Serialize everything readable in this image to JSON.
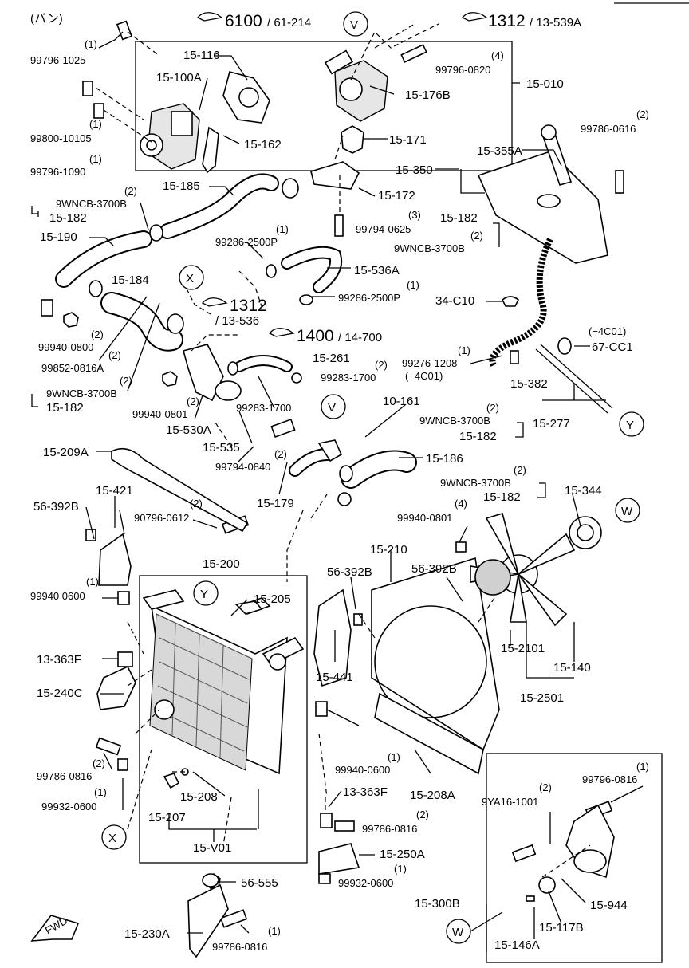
{
  "header": {
    "title": "(バン)"
  },
  "refs": [
    {
      "id": "ref-6100",
      "main": "6100",
      "sub": "/ 61-214"
    },
    {
      "id": "ref-1312-top",
      "main": "1312",
      "sub": "/ 13-539A"
    },
    {
      "id": "ref-1312-mid",
      "main": "1312",
      "sub": "/ 13-536"
    },
    {
      "id": "ref-1400",
      "main": "1400",
      "sub": "/ 14-700"
    }
  ],
  "circles": [
    "V",
    "X",
    "V",
    "Y",
    "W",
    "Y",
    "X",
    "W"
  ],
  "labels": [
    "(1)",
    "99796-1025",
    "15-116",
    "15-100A",
    "(4)",
    "99796-0820",
    "15-176B",
    "15-010",
    "99800-10105",
    "(1)",
    "(1)",
    "99796-1090",
    "15-162",
    "15-171",
    "15-355A",
    "(2)",
    "99786-0616",
    "15-350",
    "15-185",
    "15-172",
    "(2)",
    "9WNCB-3700B",
    "15-182",
    "(3)",
    "99794-0625",
    "15-182",
    "15-190",
    "(1)",
    "99286-2500P",
    "(2)",
    "9WNCB-3700B",
    "15-536A",
    "15-184",
    "(1)",
    "99286-2500P",
    "34-C10",
    "99940-0800",
    "(2)",
    "(2)",
    "99852-0816A",
    "(−4C01)",
    "67-CC1",
    "(1)",
    "99276-1208",
    "(−4C01)",
    "15-261",
    "(2)",
    "99283-1700",
    "15-382",
    "(2)",
    "9WNCB-3700B",
    "15-182",
    "99940-0801",
    "(2)",
    "99283-1700",
    "15-530A",
    "10-161",
    "(2)",
    "9WNCB-3700B",
    "15-277",
    "15-182",
    "15-535",
    "(2)",
    "99794-0840",
    "15-209A",
    "15-186",
    "(2)",
    "9WNCB-3700B",
    "15-182",
    "15-179",
    "15-421",
    "15-344",
    "56-392B",
    "(2)",
    "90796-0612",
    "(4)",
    "99940-0801",
    "15-200",
    "15-210",
    "56-392B",
    "56-392B",
    "(1)",
    "99940 0600",
    "15-205",
    "15-441",
    "13-363F",
    "15-2101",
    "15-140",
    "15-240C",
    "15-2501",
    "(2)",
    "99786-0816",
    "99940-0600",
    "(1)",
    "(1)",
    "99796-0816",
    "(1)",
    "99932-0600",
    "15-208",
    "13-363F",
    "15-208A",
    "(2)",
    "9YA16-1001",
    "15-207",
    "(2)",
    "99786-0816",
    "15-V01",
    "15-250A",
    "(1)",
    "99932-0600",
    "56-555",
    "15-300B",
    "15-944",
    "15-117B",
    "15-230A",
    "(1)",
    "99786-0816",
    "15-146A"
  ],
  "fwd_label": "FWD"
}
